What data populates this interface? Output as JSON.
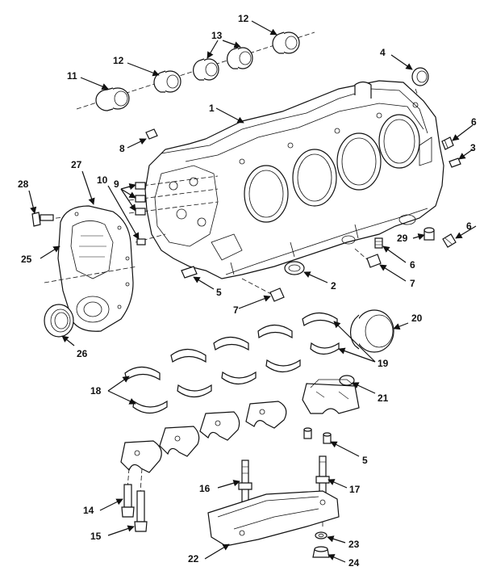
{
  "figure": {
    "title": "",
    "callouts": [
      "1",
      "2",
      "3",
      "4",
      "5",
      "6",
      "7",
      "8",
      "9",
      "10",
      "11",
      "12",
      "13",
      "14",
      "15",
      "16",
      "17",
      "18",
      "19",
      "20",
      "21",
      "22",
      "23",
      "24",
      "25",
      "26",
      "27",
      "28",
      "29"
    ]
  }
}
